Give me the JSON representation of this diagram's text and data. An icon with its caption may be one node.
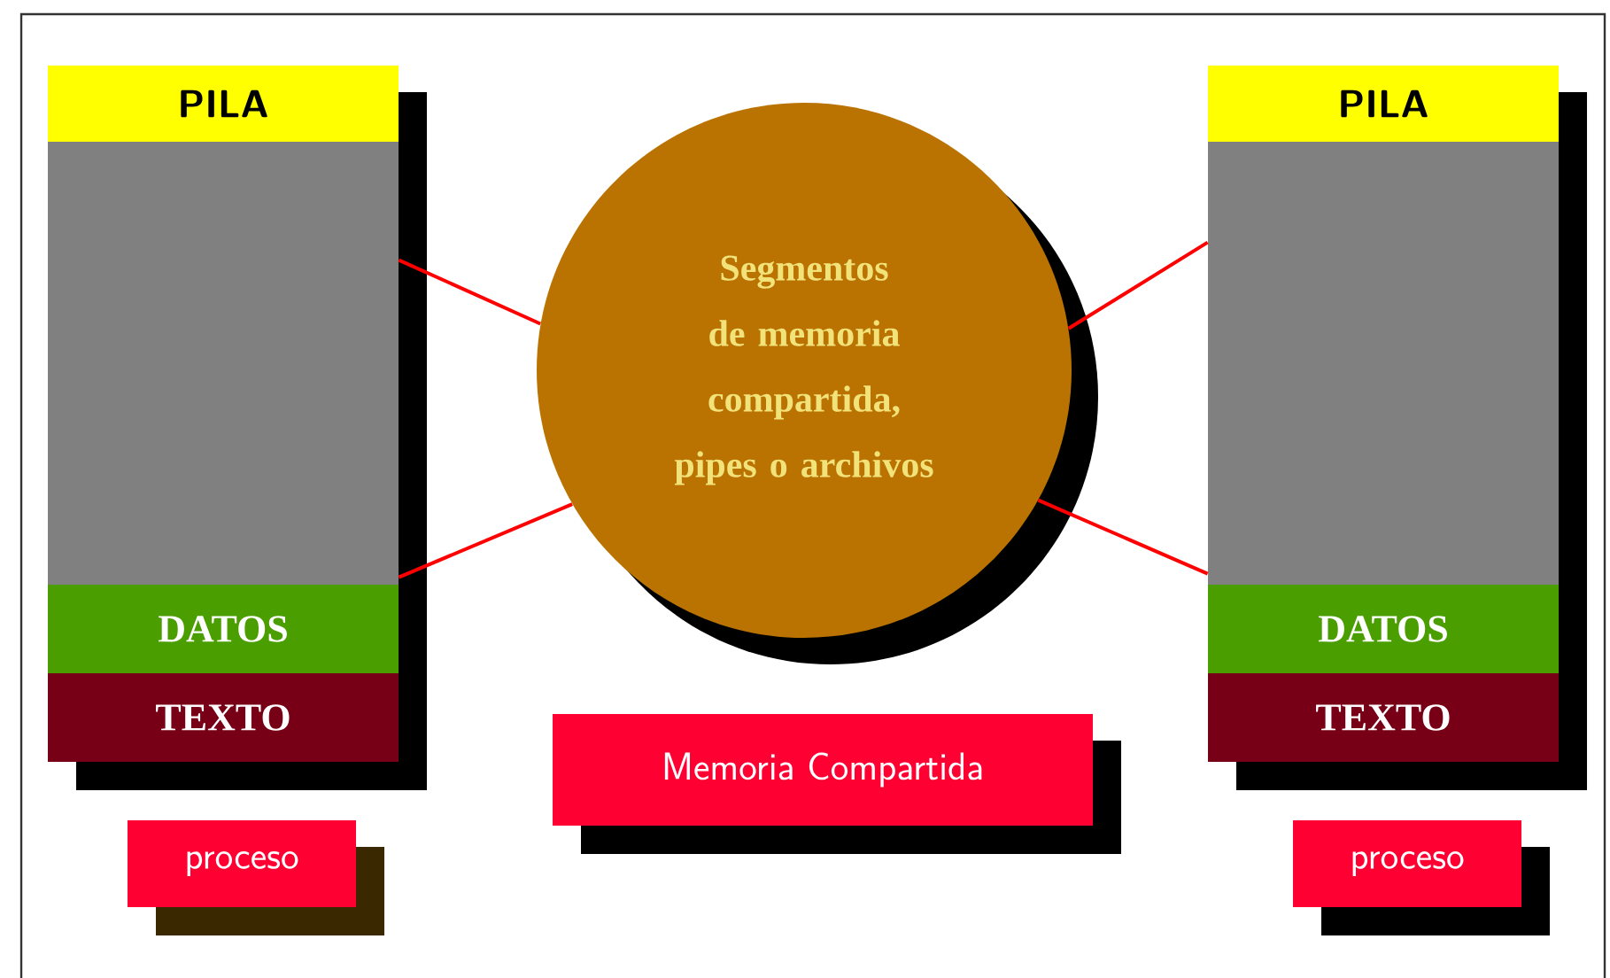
{
  "diagram": {
    "nodes": [
      {
        "text": [
          "PILA"
        ]
      },
      {
        "text": [],
        "shape": "box"
      },
      {
        "text": [
          "DATOS"
        ]
      },
      {
        "text": [
          "TEXTO"
        ]
      },
      {
        "text": [
          "Segmentos de memoria compartida, pipes o archivos"
        ]
      },
      {
        "text": [
          "PILA"
        ]
      },
      {
        "text": [],
        "shape": "box"
      },
      {
        "text": [
          "DATOS"
        ]
      },
      {
        "text": [
          "TEXTO"
        ]
      },
      {
        "text": [
          "Memoria Compartida"
        ]
      },
      {
        "text": [
          "proceso"
        ]
      },
      {
        "text": [
          "proceso"
        ]
      }
    ],
    "edges": [
      {
        "from": 1,
        "to": 4,
        "arrow": "none"
      },
      {
        "from": 1,
        "to": 4,
        "arrow": "none"
      },
      {
        "from": 6,
        "to": 4,
        "arrow": "none"
      },
      {
        "from": 6,
        "to": 4,
        "arrow": "none"
      }
    ]
  }
}
